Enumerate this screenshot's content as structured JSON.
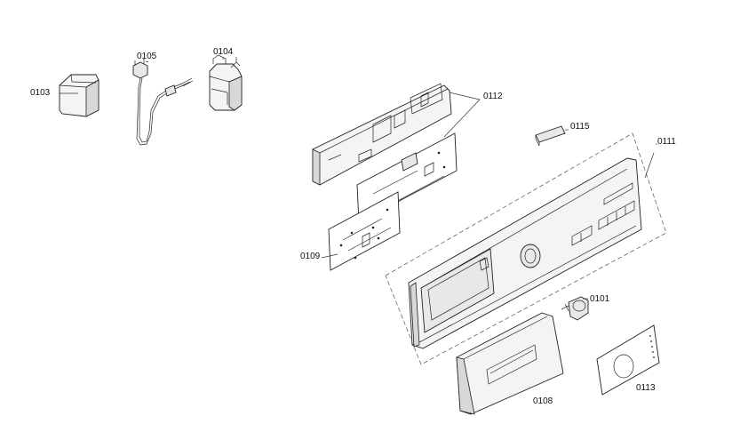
{
  "parts": {
    "p0101": "0101",
    "p0103": "0103",
    "p0104": "0104",
    "p0105": "0105",
    "p0108": "0108",
    "p0109": "0109",
    "p0111": "0111",
    "p0112": "0112",
    "p0113": "0113",
    "p0115": "0115"
  }
}
